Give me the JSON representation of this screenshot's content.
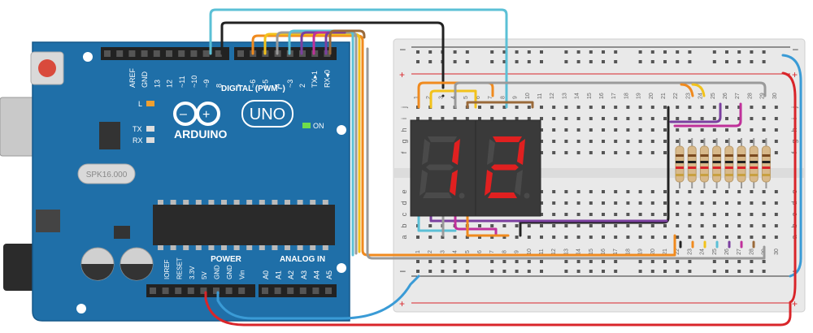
{
  "arduino": {
    "brand": "ARDUINO",
    "model": "UNO",
    "crystal": "SPK16.000",
    "on_label": "ON",
    "led_l": "L",
    "led_tx": "TX",
    "led_rx": "RX",
    "digital_label": "DIGITAL (PWM~)",
    "digital_top_pins": [
      "AREF",
      "GND",
      "13",
      "12",
      "~11",
      "~10",
      "~9",
      "8"
    ],
    "digital_bottom_pins": [
      "7",
      "~6",
      "~5",
      "4",
      "~3",
      "2",
      "TX▸1",
      "RX◂0"
    ],
    "power_label": "POWER",
    "power_pins": [
      "IOREF",
      "RESET",
      "3.3V",
      "5V",
      "GND",
      "GND",
      "Vin"
    ],
    "analog_label": "ANALOG IN",
    "analog_pins": [
      "A0",
      "A1",
      "A2",
      "A3",
      "A4",
      "A5"
    ]
  },
  "breadboard": {
    "rail_minus": "–",
    "rail_plus": "+",
    "rows_top": [
      "j",
      "i",
      "h",
      "g",
      "f"
    ],
    "rows_bottom": [
      "e",
      "d",
      "c",
      "b",
      "a"
    ],
    "columns_top": [
      "1",
      "2",
      "3",
      "4",
      "5",
      "6",
      "7",
      "8",
      "9",
      "10",
      "11",
      "12",
      "13",
      "14",
      "15",
      "16",
      "17",
      "18",
      "19",
      "20",
      "21",
      "22",
      "23",
      "24",
      "25",
      "26",
      "27",
      "28",
      "29",
      "30"
    ],
    "columns_bottom": [
      "1",
      "2",
      "3",
      "4",
      "5",
      "6",
      "7",
      "8",
      "9",
      "10",
      "11",
      "12",
      "13",
      "14",
      "15",
      "16",
      "17",
      "18",
      "19",
      "20",
      "21",
      "22",
      "23",
      "24",
      "25",
      "26",
      "27",
      "28",
      "29",
      "30"
    ]
  },
  "display": {
    "digits": [
      "1",
      "2"
    ],
    "segment_on_color": "#e02020",
    "segment_off_color": "#4a4a4a"
  },
  "colors": {
    "board": "#1f6fa8",
    "breadboard": "#e9e9e9",
    "wire_red": "#d9252a",
    "wire_blue": "#3a9bd6",
    "wire_black": "#222222",
    "wire_cyan": "#5bc0d6",
    "wire_orange": "#f08a1e",
    "wire_yellow": "#f2c21b",
    "wire_gray": "#9a9a9a",
    "wire_purple": "#7b3fa0",
    "wire_magenta": "#c0309a",
    "wire_brown": "#9a6a3a"
  }
}
